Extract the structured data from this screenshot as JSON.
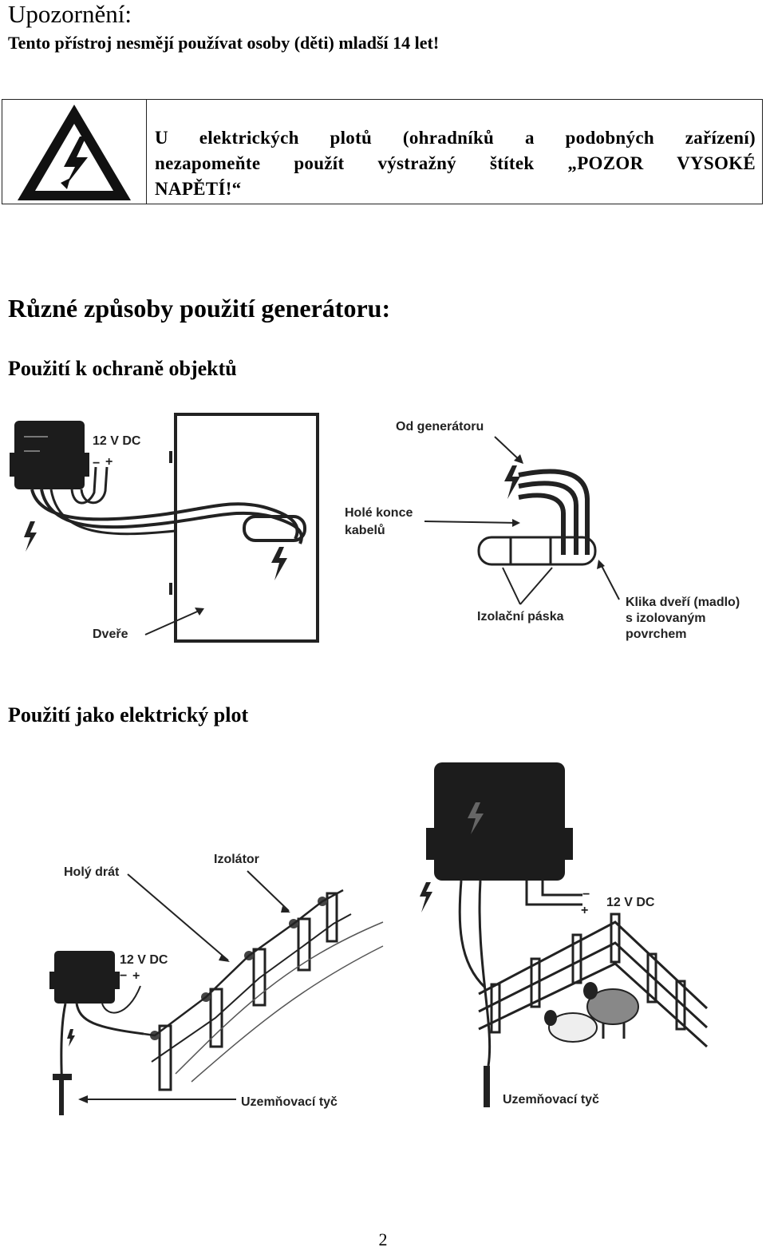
{
  "header": {
    "title": "Upozornění:",
    "subtitle": "Tento přístroj nesmějí používat osoby (děti) mladší  14 let!"
  },
  "warning_box": {
    "icon": "high-voltage-warning-icon",
    "text": "U elektrických plotů (ohradníků a podobných zařízení) nezapomeňte použít výstražný štítek „POZOR VYSOKÉ NAPĚTÍ!“"
  },
  "section_title": "Různé způsoby použití generátoru:",
  "object_protection": {
    "heading": "Použití k ochraně objektů",
    "labels": {
      "voltage": "12 V DC",
      "minus": "−",
      "plus": "+",
      "door": "Dveře",
      "from_generator": "Od generátoru",
      "bare_ends_1": "Holé konce",
      "bare_ends_2": "kabelů",
      "insulating_tape": "Izolační páska",
      "handle_1": "Klika dveří (madlo)",
      "handle_2": "s izolovaným",
      "handle_3": "povrchem"
    }
  },
  "fence_use": {
    "heading": "Použití jako elektrický plot",
    "labels": {
      "bare_wire": "Holý drát",
      "insulator": "Izolátor",
      "voltage_left": "12 V DC",
      "voltage_right": "12 V DC",
      "minus": "−",
      "plus": "+",
      "ground_rod_left": "Uzemňovací tyč",
      "ground_rod_right": "Uzemňovací tyč"
    }
  },
  "footer": {
    "page_number": "2"
  }
}
